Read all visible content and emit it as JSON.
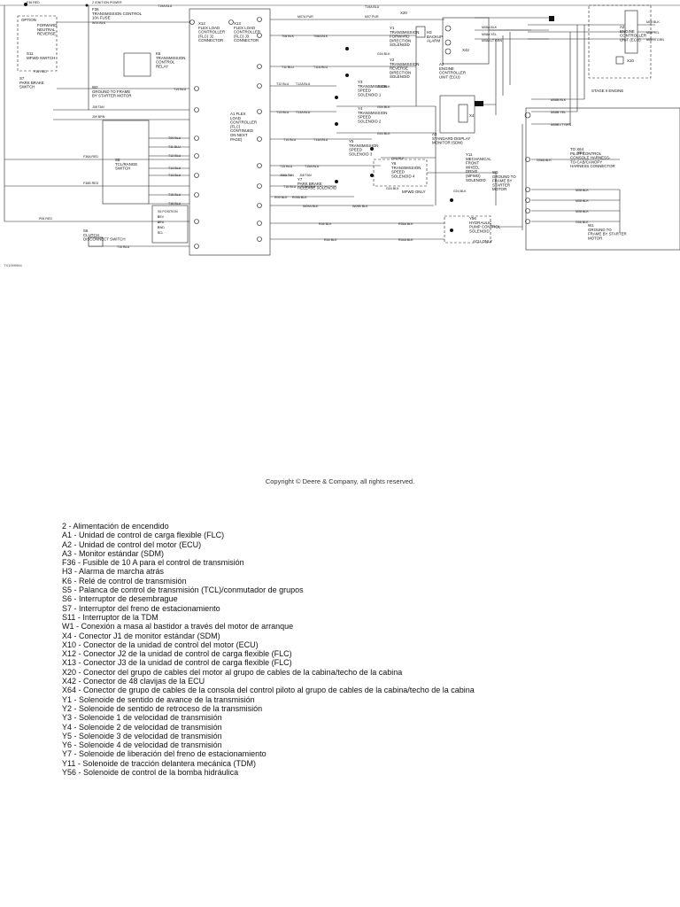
{
  "figure_id": "TX1099964",
  "copyright": "Copyright © Deere & Company, all rights reserved.",
  "wire_labels": {
    "ignition_power": "2 IGNITION POWER",
    "f36_red": "F36 RED",
    "f36_red_2": "F36 RED",
    "w14_blk": "W14 BLK",
    "t19a_blu": "T19A BLU",
    "t19a_blu_2": "T19A BLU",
    "t19_blu": "T19 BLU",
    "m07_pur": "M07A PUR",
    "m07_pur_2": "M07 PUR",
    "t08_blk": "T08 BLK",
    "t08a_blk": "T08A BLK",
    "t09_blu": "T09 BLU",
    "t11_blu": "T11 BLU",
    "t11a_blu": "T11A BLU",
    "t12_blu": "T12 BLU",
    "t12a_blu": "T12A BLU",
    "t13_blu": "T13 BLU",
    "t13a_blu": "T13A BLU",
    "t14_blu": "T14 BLU",
    "t14a_blu": "T14A BLU",
    "t15_blu": "T15 BLU",
    "t15a_blu": "T15A BLU",
    "t16_blu": "T16 BLU",
    "t16a_blu": "T16A BLU",
    "t18_blu": "T18 BLU",
    "t17_blu": "T17 BLU",
    "j08_tan": "J08 TAN",
    "j08a_tan": "J08A TAN",
    "j08_tan_2": "J08 TAN",
    "j09_brn": "J09 BRN",
    "g04_blk": "G04 BLK",
    "g04_blk_2": "G04 BLK",
    "g04_blk_3": "G04 BLK",
    "g04_blk_4": "G04 BLK",
    "g04_blk_5": "G04 BLK",
    "g04_blk_6": "G04 BLK",
    "g04_blk_7": "G04 BLK",
    "r09_blk": "R09 BLK",
    "r09a_blk": "R09A BLK",
    "w09a_blk": "W09A BLK",
    "w09b_blk": "W09B BLK",
    "r56_blk": "R56 BLK",
    "r56a_blk": "R56A BLK",
    "r54_blk": "R54 BLK",
    "r54a_blk": "R54A BLK",
    "p06_red": "P06 RED",
    "p06_red_2": "P06 RED",
    "p06j_red": "P06J RED",
    "p36a_red": "F36A RED",
    "p36b_red": "F36B RED",
    "p36_red_v": "F36 RED",
    "g06a_blk": "G06A BLK",
    "g06_blk": "G06 BLK",
    "m08a_blk": "M08A BLK",
    "m08a_yel": "M08A YEL",
    "m08a_ltgrn": "M08A LT GRN",
    "m08_blk": "M08 BLK",
    "m08_yel": "M08 YEL",
    "m08_ltgrn": "M08 LTGRN",
    "m08b_blk": "M08B BLK",
    "m08b_yel": "M08B YEL",
    "m08b_ltgrn": "M08B LT GRN",
    "m08_blk_2": "M08 BLK",
    "m08_blk_3": "M08 BLK",
    "m08_blk_4": "M08 BLK",
    "t10_blu": "T10 BLU",
    "w09_blk": "W09 BLK",
    "t06_blk": "T06 BLK",
    "t04_blk": "T04 BLK",
    "t01_blk": "T01 BLK"
  },
  "components": {
    "f36": "F36\nTRANSMISSION CONTROL\n10A FUSE",
    "s11": "S11\nMFWD SWITCH",
    "s11_option": "OPTION",
    "s11_states": "FORWARD\nNEUTRAL\nREVERSE",
    "s7": "S7\nPARK BRAKE\nSWITCH",
    "k6": "K6\nTRANSMISSION\nCONTROL\nRELAY",
    "w2": "W2\nGROUND TO FRAME\nBY STARTER MOTOR",
    "s5": "S5\nTCL/RANGE\nSWITCH",
    "s6": "S6\nCLUTCH\nDISCONNECT SWITCH",
    "x12": "X12\nFLEX LOAD\nCONTROLLER\n(FLC) J2\nCONNECTOR",
    "x13": "X13\nFLEX LOAD\nCONTROLLER\n(FLC) J3\nCONNECTOR",
    "a1_note": "A1 FLEX\nLOAD\nCONTROLLER\n(FLC)\nCONTINUED\nON NEXT\nPAGE)",
    "y1": "Y1\nTRANSMISSION\nFORWARD\nDIRECTION\nSOLENOID",
    "y2": "Y2\nTRANSMISSION\nREVERSE\nDIRECTION\nSOLENOID",
    "y3": "Y3\nTRANSMISSION\nSPEED\nSOLENOID 1",
    "y4": "Y4\nTRANSMISSION\nSPEED\nSOLENOID 2",
    "y5": "Y5\nTRANSMISSION\nSPEED\nSOLENOID 3",
    "y6": "Y6\nTRANSMISSION\nSPEED\nSOLENOID 4",
    "y7": "Y7\nPARK BRAKE\nRELEASE SOLENOID",
    "y11": "Y11\nMECHANICAL\nFRONT\nWHEEL\nDRIVE\n(MFWD)\nSOLENOID",
    "y56": "Y56\nHYDRAULIC\nPUMP CONTROL\nSOLENOID",
    "h3": "H3\nBACKUP\nALARM",
    "a2_ecu": "A2\nENGINE\nCONTROLLER\nUNIT (ECU)",
    "a2_ecu_right": "A2\nENGINE\nCONTROLLER\nUNIT (ECU)",
    "a3": "A3\nSTANDARD DISPLAY\nMONITOR (SDM)",
    "x42": "X42",
    "x4": "X4",
    "x10": "X10",
    "w5": "W5\nGROUND TO\nFRAME BY\nSTARTER\nMOTOR",
    "w1": "W1\nGROUND TO\nFRAME BY STARTER\nMOTOR",
    "x64": "X64",
    "x64_note": "TO X64\nPILOT CONTROL\nCONSOLE HARNESS-\nTO-CAB/CANOPY\nHARNESS CONNECTOR",
    "stage_note": "STAGE II ENGINE",
    "x20": "X20",
    "mfwd_only": "MFWD ONLY",
    "acu_only": "ACU ONLY",
    "table_header": "S5 POSITION",
    "table_rows": [
      "1",
      "2",
      "3",
      "4",
      "REV",
      "NEU",
      "FWD",
      "TCL"
    ]
  },
  "legend": [
    "2 - Alimentación de encendido",
    "A1 - Unidad de control de carga flexible (FLC)",
    "A2 - Unidad de control del motor (ECU)",
    "A3 - Monitor estándar (SDM)",
    "F36 - Fusible de 10 A para el control de transmisión",
    "H3 - Alarma de marcha atrás",
    "K6 - Relé de control de transmisión",
    "S5 - Palanca de control de transmisión (TCL)/conmutador de grupos",
    "S6 - Interruptor de desembrague",
    "S7 - Interruptor del freno de estacionamiento",
    "S11 - Interruptor de la TDM",
    "W1 - Conexión a masa al bastidor a través del motor de arranque",
    "X4 - Conector J1 de monitor estándar (SDM)",
    "X10 - Conector de la unidad de control del motor (ECU)",
    "X12 - Conector J2 de la unidad de control de carga flexible (FLC)",
    "X13 - Conector J3 de la unidad de control de carga flexible (FLC)",
    "X20 - Conector del grupo de cables del motor al grupo de cables de la cabina/techo de la cabina",
    "X42 - Conector de 48 clavijas de la ECU",
    "X64 - Conector de grupo de cables de la consola del control piloto al grupo de cables de la cabina/techo de la cabina",
    "Y1 - Solenoide de sentido de avance de la transmisión",
    "Y2 - Solenoide de sentido de retroceso de la transmisión",
    "Y3 - Solenoide 1 de velocidad de transmisión",
    "Y4 - Solenoide 2 de velocidad de transmisión",
    "Y5 - Solenoide 3 de velocidad de transmisión",
    "Y6 - Solenoide 4 de velocidad de transmisión",
    "Y7 - Solenoide de liberación del freno de estacionamiento",
    "Y11 - Solenoide de tracción delantera mecánica (TDM)",
    "Y56 - Solenoide de control de la bomba hidráulica"
  ]
}
